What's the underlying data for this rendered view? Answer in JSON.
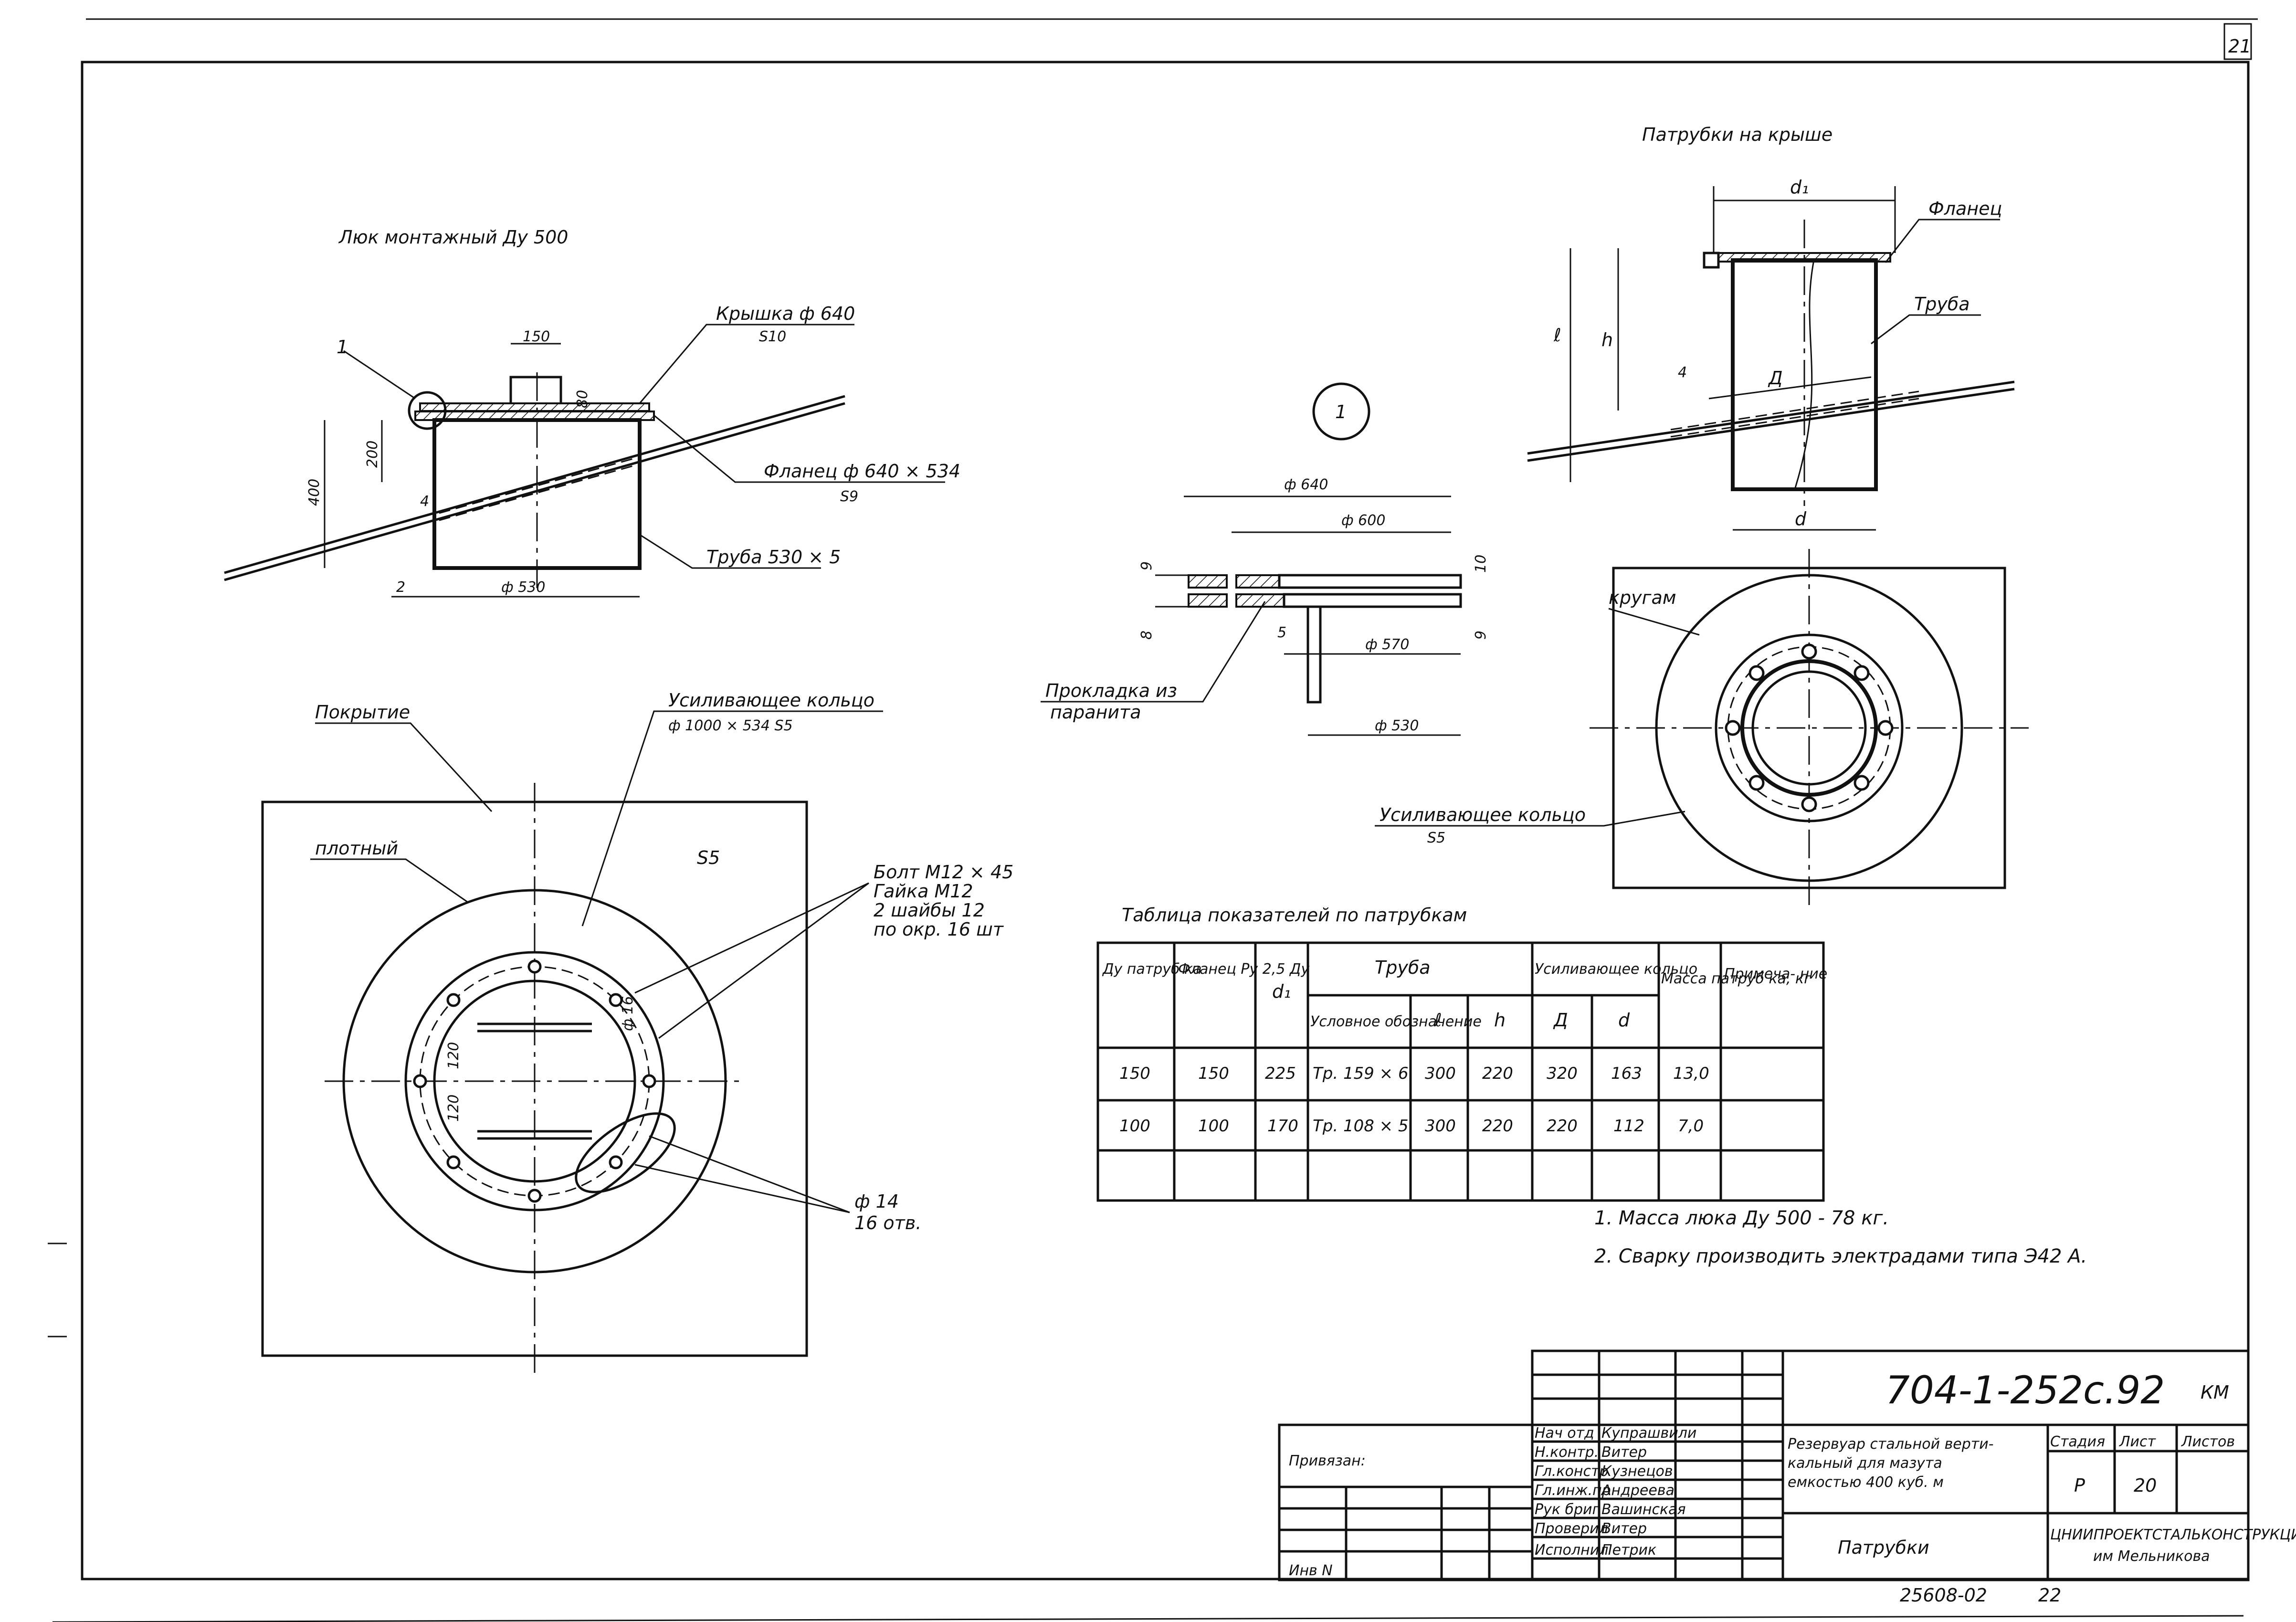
{
  "sheet": {
    "page_number": "21",
    "bottom_number": "25608-02",
    "bottom_page": "22"
  },
  "hatch_view": {
    "title": "Люк монтажный Ду 500",
    "labels": {
      "kryshka": "Крышка ф 640",
      "kryshka_s": "S10",
      "flanets": "Фланец ф 640 × 534",
      "flanets_s": "S9",
      "truba": "Труба 530 × 5",
      "callout": "1",
      "slope": "4"
    },
    "dims": {
      "d150": "150",
      "d80": "80",
      "d200": "200",
      "d400": "400",
      "d530": "ф 530",
      "d2": "2"
    }
  },
  "plan_view": {
    "labels": {
      "pokrytie": "Покрытие",
      "ring": "Усиливающее кольцо",
      "ring_dim": "ф 1000 × 534  S5",
      "plotny": "плотный",
      "s5": "S5",
      "bolt_1": "Болт М12 × 45",
      "bolt_2": "Гайка М12",
      "bolt_3": "2 шайбы 12",
      "bolt_4": "по окр. 16 шт",
      "hole_1": "ф 14",
      "hole_2": "16 отв."
    },
    "dims": {
      "d120a": "120",
      "d120b": "120",
      "d16": "ф 16"
    }
  },
  "detail_view": {
    "callout": "1",
    "dims": {
      "d640": "ф 640",
      "d600": "ф 600",
      "d570": "ф 570",
      "d530": "ф 530",
      "t9a": "9",
      "t8": "8",
      "t10": "10",
      "t9b": "9",
      "t5": "5"
    },
    "gasket_1": "Прокладка из",
    "gasket_2": "паранита"
  },
  "nozzle_view": {
    "title": "Патрубки на крыше",
    "labels": {
      "flanets": "Фланец",
      "truba": "Труба",
      "d1": "d₁",
      "d": "d",
      "l": "ℓ",
      "h": "h",
      "D": "Д",
      "slope": "4"
    }
  },
  "nozzle_plan": {
    "krugam": "кругам",
    "ring_1": "Усиливающее кольцо",
    "ring_2": "S5"
  },
  "table": {
    "title": "Таблица показателей по патрубкам",
    "headers": {
      "du": "Ду патруб ка",
      "flange": "Фланец Ру 2,5 Ду",
      "d1": "d₁",
      "pipe": "Труба",
      "pipe_cond": "Условное обозначение",
      "pipe_l": "ℓ",
      "pipe_h": "h",
      "ring": "Усиливающее кольцо",
      "ring_D": "Д",
      "ring_d": "d",
      "mass": "Масса патруб ка, кг",
      "note": "Примеча- ние"
    },
    "rows": [
      [
        "150",
        "150",
        "225",
        "Тр. 159 × 6",
        "300",
        "220",
        "320",
        "163",
        "13,0",
        ""
      ],
      [
        "100",
        "100",
        "170",
        "Тр. 108 × 5",
        "300",
        "220",
        "220",
        "112",
        "7,0",
        ""
      ]
    ]
  },
  "notes": [
    "1. Масса люка Ду 500 - 78 кг.",
    "2. Сварку производить электрадами типа Э42 А."
  ],
  "title_block": {
    "code": "704-1-252с.92",
    "code_suffix": "КМ",
    "privyazan": "Привязан:",
    "inv": "Инв N",
    "roles": [
      "Нач отд",
      "Н.контр.",
      "Гл.констр",
      "Гл.инж.пр",
      "Рук бриг",
      "Проверил",
      "Исполнил"
    ],
    "names": [
      "Купрашвили",
      "Витер",
      "Кузнецов",
      "Андреева",
      "Вашинская",
      "Витер",
      "Петрик"
    ],
    "object_1": "Резервуар стальной верти-",
    "object_2": "кальный для мазута",
    "object_3": "емкостью 400 куб. м",
    "stage_label": "Стадия",
    "sheet_label": "Лист",
    "sheets_label": "Листов",
    "stage": "Р",
    "sheet": "20",
    "drawing_title": "Патрубки",
    "org_1": "ЦНИИПРОЕКТСТАЛЬКОНСТРУКЦИЯ",
    "org_2": "им Мельникова"
  }
}
